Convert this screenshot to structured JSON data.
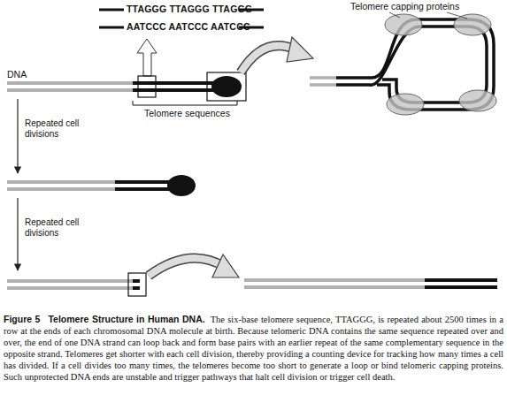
{
  "diagram": {
    "title": "Telomere Structure in Human DNA.",
    "caption": "The six-base telomere sequence, TTAGGG, is repeated about 2500 times in a row at the ends of each chromosomal DNA molecule at birth. Because telomeric DNA contains the same sequence repeated over and over, the end of one DNA strand can loop back and form base pairs with an earlier repeat of the same complementary sequence in the opposite strand. Telomeres get shorter with each cell division, thereby providing a counting device for tracking how many times a cell has divided. If a cell divides too many times, the telomeres become too short to generate a loop or bind telomeric capping proteins. Such unprotected DNA ends are unstable and trigger pathways that halt cell division or trigger cell death.",
    "labels": [
      "TTAGGG TTAGGG TTAGGG",
      "AATCCC AATCCC AATCCC",
      "Telomere capping proteins",
      "DNA",
      "Telomere sequences",
      "Repeated cell divisions",
      "Repeated cell divisions",
      "Figure 5"
    ]
  }
}
